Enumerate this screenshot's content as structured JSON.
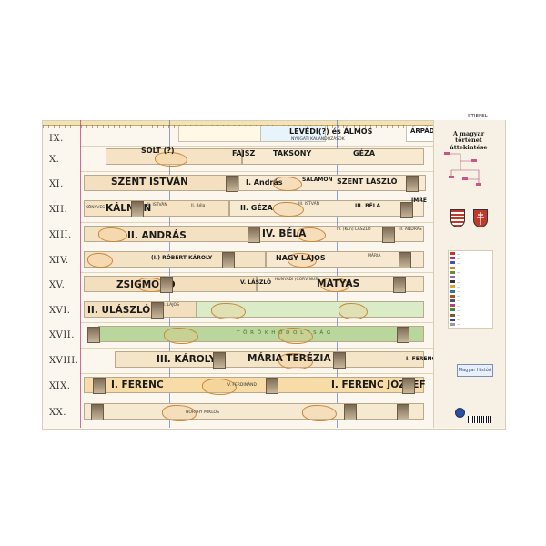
{
  "header": {
    "title_left": "LEVÉDI(?) és ÁLMOS",
    "subtitle": "NYUGATI KALANDOZÁSOK",
    "title_right": "ÁRPÁD",
    "brand": "STIEFEL"
  },
  "sidebar": {
    "title": "A magyar történet áttekintése",
    "logo_text": "Magyar Históri"
  },
  "centuries": [
    "IX.",
    "X.",
    "XI.",
    "XII.",
    "XIII.",
    "XIV.",
    "XV.",
    "XVI.",
    "XVII.",
    "XVIII.",
    "XIX.",
    "XX."
  ],
  "rulers": {
    "solt": "SOLT (?)",
    "fajsz": "FAJSZ",
    "taksony": "TAKSONY",
    "geza_x": "GÉZA",
    "szent_istvan": "SZENT ISTVÁN",
    "andras_i": "I. András",
    "salamon": "SALAMON",
    "szent_laszlo": "SZENT LÁSZLÓ",
    "kalman": "KÁLMÁN",
    "istvan_ii": "II. ISTVÁN",
    "bela_ii": "II. Béla",
    "geza_ii": "II. GÉZA",
    "istvan_iii": "III. ISTVÁN",
    "bela_iii": "III. BÉLA",
    "imre": "IMRE",
    "konyves": "KÖNYVES",
    "andras_ii": "II. ANDRÁS",
    "bela_iv": "IV. BÉLA",
    "laszlo_iv": "IV. (Kun) LÁSZLÓ",
    "andras_iii": "III. ANDRÁS",
    "robert_karoly": "(I.) RÓBERT KÁROLY",
    "nagy_lajos": "NAGY LAJOS",
    "maria": "MÁRIA",
    "zsigmond": "ZSIGMOND",
    "laszlo_v": "V. LÁSZLÓ",
    "matyas": "MÁTYÁS",
    "hunyadi": "HUNYADI (CORVINUS)",
    "ulaszlo_ii": "II. ULÁSZLÓ",
    "lajos_ii": "II. LAJOS",
    "torok": "T Ö R Ö K   H Ó D O L T S Á G",
    "karoly_iii": "III. KÁROLY",
    "maria_terezia": "MÁRIA TERÉZIA",
    "ferenc_i_top": "I. FERENC",
    "ferenc_i": "I. FERENC",
    "ferdinand_v": "V. FERDINÁND",
    "ferenc_jozsef": "I. FERENC JÓZSEF",
    "horthy": "HORTHY MIKLÓS"
  }
}
